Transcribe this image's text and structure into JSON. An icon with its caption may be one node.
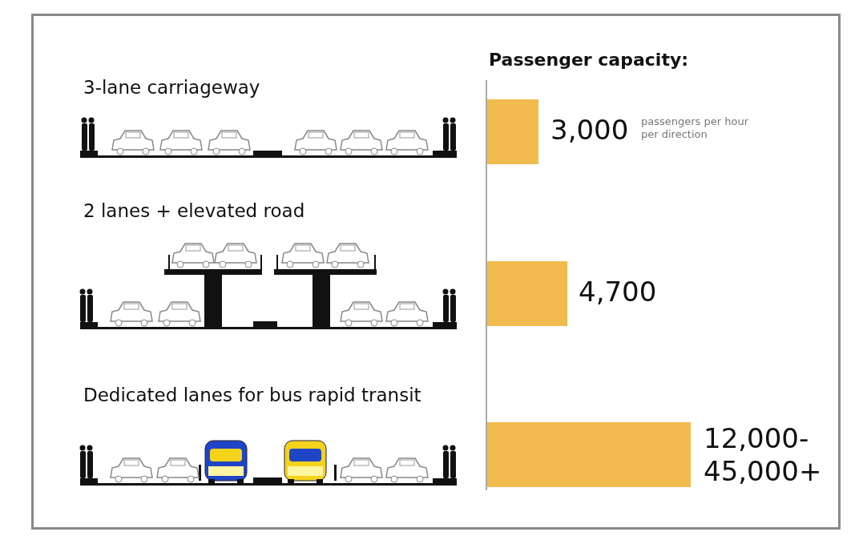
{
  "diagram": {
    "labels": [
      "Passenger capacity:",
      "3-lane carriageway",
      "3,000",
      "passengers per hour per direction",
      "2 lanes + elevated road",
      "4,700",
      "Dedicated lanes for bus rapid transit",
      "12,000- 45,000+"
    ]
  }
}
